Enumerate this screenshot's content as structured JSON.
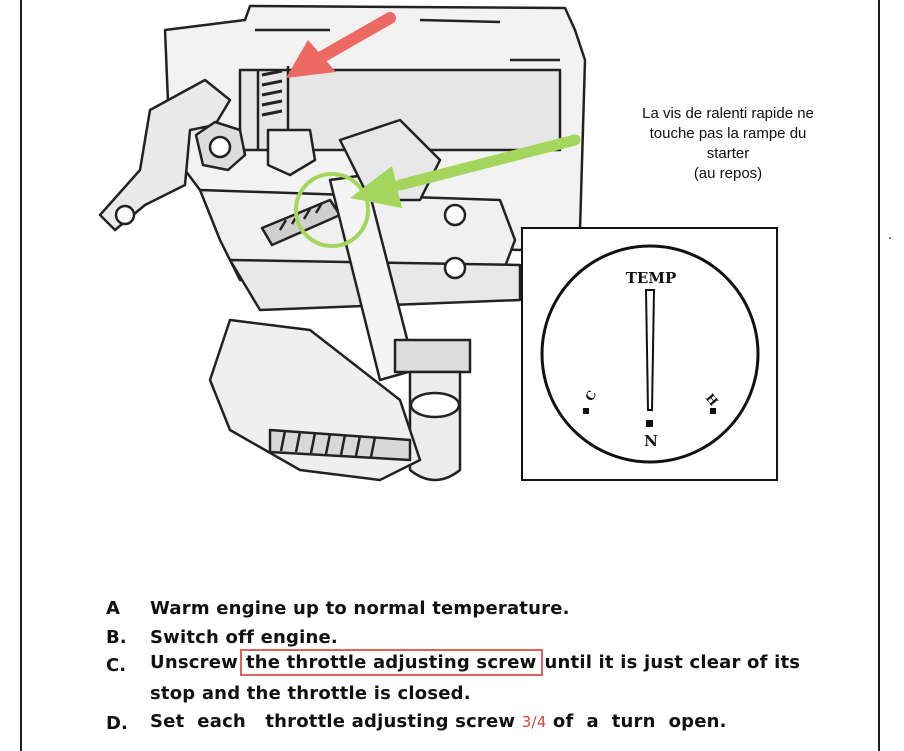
{
  "note": {
    "line1": "La vis de ralenti rapide ne",
    "line2": "touche pas la rampe du",
    "line3": "starter",
    "line4": "(au repos)"
  },
  "gauge": {
    "title": "TEMP",
    "cold": "C",
    "normal": "N",
    "hot": "H"
  },
  "instructions": {
    "a_letter": "A",
    "a_text": "Warm engine up to normal temperature.",
    "b_letter": "B.",
    "b_text": "Switch off engine.",
    "c_letter": "C.",
    "c_pre": "Unscrew",
    "c_highlight": "the throttle adjusting screw",
    "c_post": "until it is just clear of its",
    "c_line2": "stop and the throttle is closed.",
    "d_letter": "D.",
    "d_pre": "Set  each   throttle adjusting screw",
    "d_fraction": "3/4",
    "d_post": "of  a  turn  open."
  },
  "colors": {
    "red_arrow": "#ec6a63",
    "green_arrow": "#a4d65e",
    "highlight_box": "#e0605a"
  }
}
